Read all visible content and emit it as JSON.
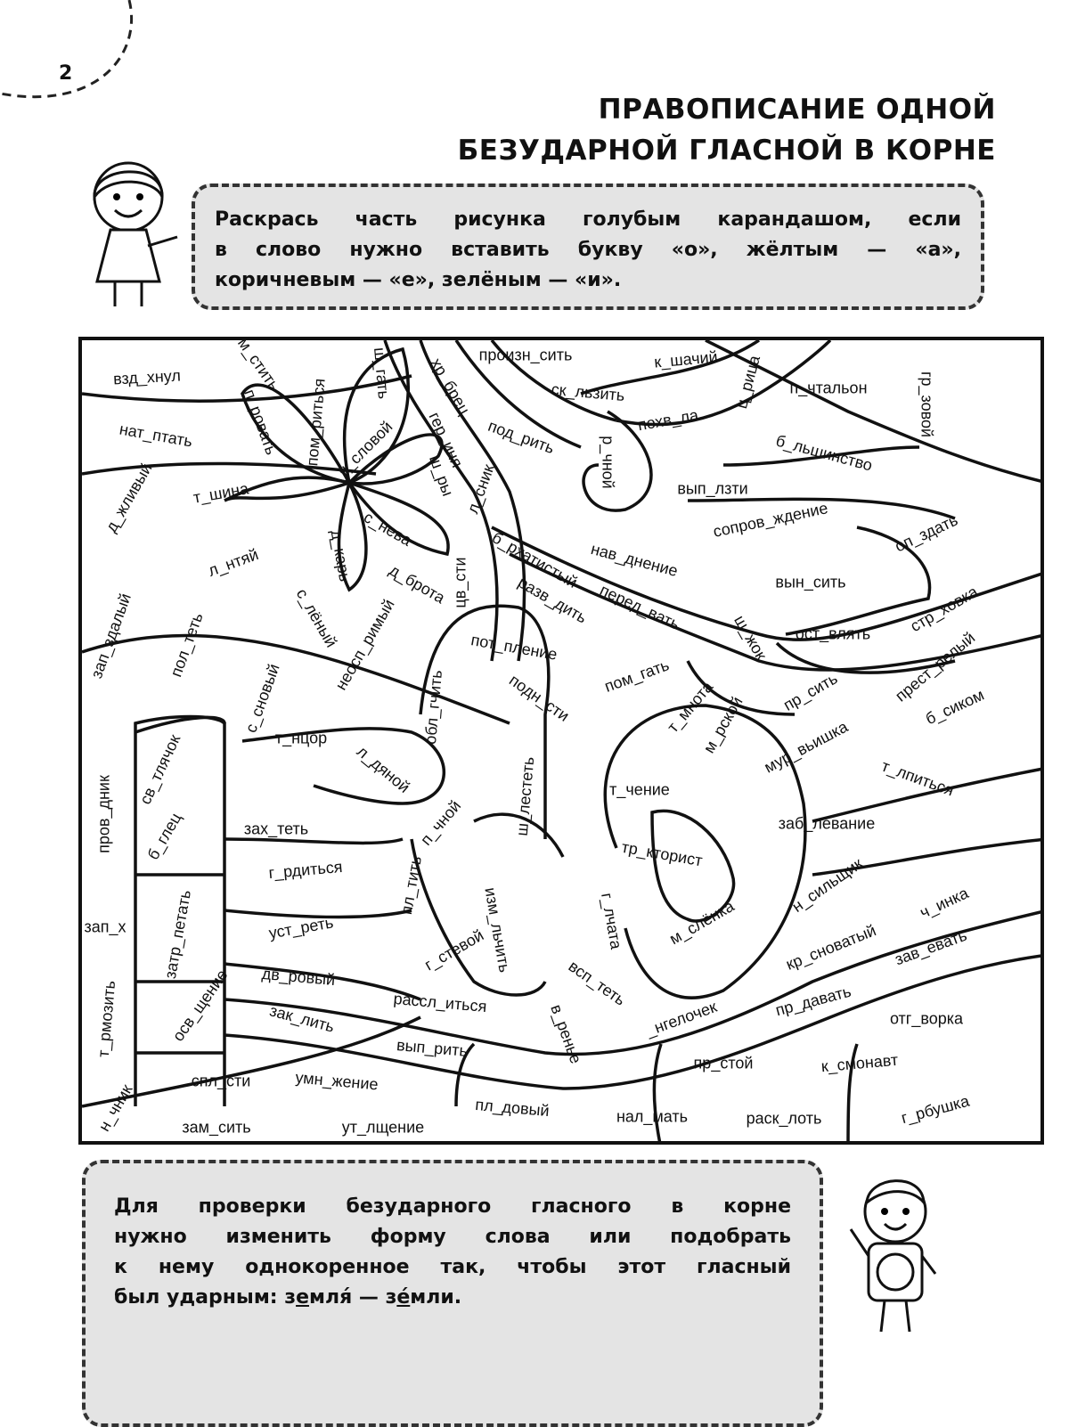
{
  "page_number": "2",
  "title": {
    "line1": "ПРАВОПИСАНИЕ ОДНОЙ",
    "line2": "БЕЗУДАРНОЙ ГЛАСНОЙ В КОРНЕ"
  },
  "instruction": {
    "line1": "Раскрась часть рисунка голубым карандашом, если",
    "line2": "в слово нужно вставить букву «о», жёлтым — «а»,",
    "line3": "коричневым — «е», зелёным — «и»."
  },
  "puzzle": {
    "words": [
      "взд_хнул",
      "м_стить",
      "п_ровать",
      "пом_риться",
      "ш_гать",
      "хр_брец",
      "произн_сить",
      "к_шачий",
      "ск_льзить",
      "ц_рица",
      "п_чтальон",
      "гр_зовой",
      "нат_птать",
      "ч_словой",
      "гер_иня",
      "под_рить",
      "р_чной",
      "похв_ла",
      "б_льшинство",
      "ш_ры",
      "л_сник",
      "вып_лзти",
      "д_жливый",
      "т_шина",
      "с_нева",
      "д_карь",
      "л_нтяй",
      "б_рхатистый",
      "нав_днение",
      "сопров_ждение",
      "оп_здать",
      "цв_сти",
      "д_брота",
      "разв_дить",
      "перед_вать",
      "вын_сить",
      "стр_ховка",
      "зап_здалый",
      "пол_теть",
      "с_лёный",
      "неосп_римый",
      "пот_пление",
      "ш_жок",
      "ост_влять",
      "прест_релый",
      "с_сновый",
      "обл_гчить",
      "подн_сти",
      "пом_гать",
      "т_мнота",
      "пр_сить",
      "м_рской",
      "б_сиком",
      "св_тлячок",
      "т_нцор",
      "л_дяной",
      "мур_вьишка",
      "т_лпиться",
      "пров_дник",
      "б_глец",
      "зах_теть",
      "ш_лестеть",
      "п_чной",
      "т_чение",
      "заб_левание",
      "тр_кторист",
      "г_рдиться",
      "пл_тить",
      "н_сильщик",
      "ч_инка",
      "зап_х",
      "затр_петать",
      "уст_реть",
      "изм_льчить",
      "г_лчата",
      "м_слёнка",
      "г_стевой",
      "кр_сноватый",
      "зав_евать",
      "т_рмозить",
      "дв_ровый",
      "осв_щение",
      "всп_теть",
      "зак_лить",
      "рассл_иться",
      "в_ренье",
      "_нгелочек",
      "пр_давать",
      "отг_ворка",
      "вып_рить",
      "пр_стой",
      "к_смонавт",
      "н_чник",
      "спл_сти",
      "умн_жение",
      "пл_довый",
      "зам_сить",
      "ут_лщение",
      "нал_мать",
      "раск_лоть",
      "г_рбушка"
    ]
  },
  "rule": {
    "line1": "Для проверки безударного гласного в корне",
    "line2": "нужно изменить форму слова или подобрать",
    "line3": "к нему однокоренное так, чтобы этот гласный",
    "line4_pre": "был ударным: ",
    "ex1_a": "з",
    "ex1_u": "е",
    "ex1_b": "мл",
    "ex1_s": "я́",
    "dash": " — ",
    "ex2_a": "з",
    "ex2_u": "е́",
    "ex2_b": "мли."
  },
  "colors": {
    "background": "#e4e4e4",
    "ink": "#111111"
  }
}
